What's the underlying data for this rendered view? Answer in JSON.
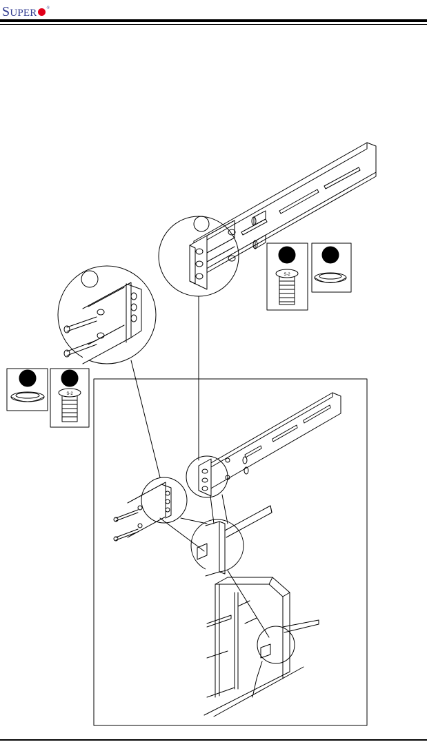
{
  "header": {
    "logo_text_big_s": "S",
    "logo_text_rest": "UPER",
    "logo_registered": "®"
  },
  "illustration": {
    "screw_label_top": "S-2",
    "screw_label_left": "S-2"
  },
  "colors": {
    "logo_blue": "#2f3a8f",
    "logo_red": "#e2001a",
    "rule": "#000000"
  }
}
